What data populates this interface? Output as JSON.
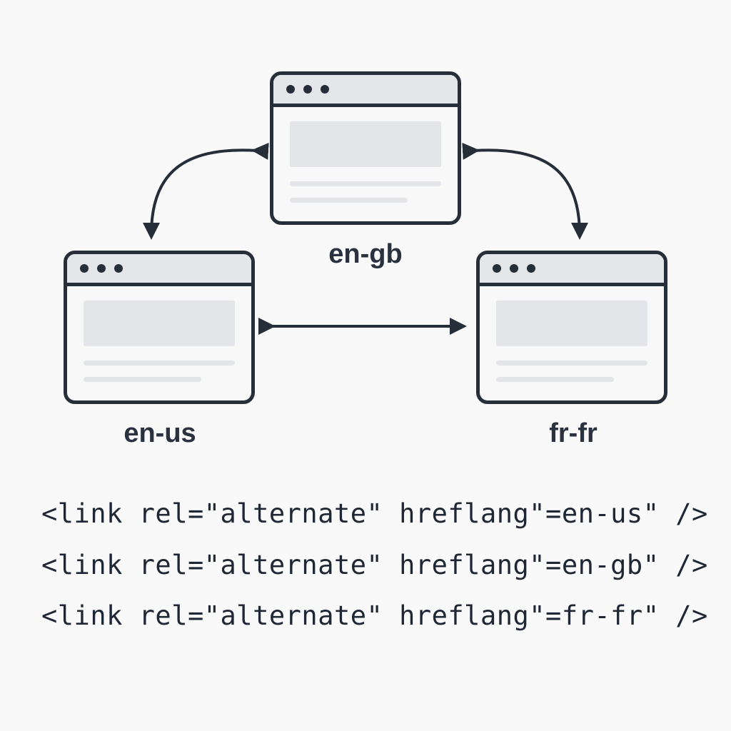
{
  "nodes": [
    {
      "label": "en-gb"
    },
    {
      "label": "en-us"
    },
    {
      "label": "fr-fr"
    }
  ],
  "code_lines": [
    "<link rel=\"alternate\" hreflang\"=en-us\" />",
    "<link rel=\"alternate\" hreflang\"=en-gb\" />",
    "<link rel=\"alternate\" hreflang\"=fr-fr\" />"
  ],
  "colors": {
    "stroke": "#262e3a",
    "placeholder": "#e3e5e8",
    "background": "#f9f9f9"
  }
}
